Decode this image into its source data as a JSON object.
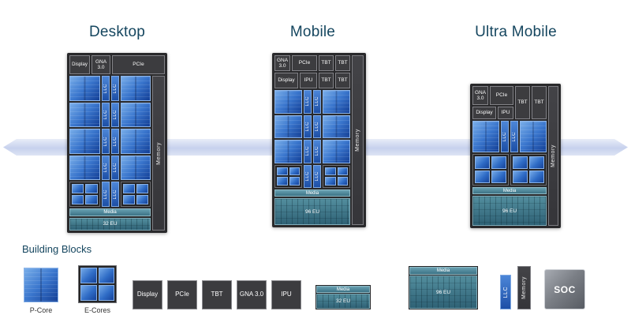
{
  "sections": {
    "desktop": {
      "title": "Desktop"
    },
    "mobile": {
      "title": "Mobile"
    },
    "ultra_mobile": {
      "title": "Ultra Mobile"
    }
  },
  "labels": {
    "display": "Display",
    "gna": "GNA 3.0",
    "pcie": "PCIe",
    "tbt": "TBT",
    "ipu": "IPU",
    "llc": "LLC",
    "memory": "Memory",
    "media": "Media",
    "eu32": "32 EU",
    "eu96": "96 EU",
    "soc": "SOC"
  },
  "legend": {
    "heading": "Building Blocks",
    "p_core_label": "P-Core",
    "e_cores_label": "E-Cores"
  },
  "colors": {
    "core_blue_light": "#78ade9",
    "core_blue_dark": "#133f96",
    "media_teal": "#3c7386",
    "die_background": "#29292b",
    "band_lavender": "#c7d1ed",
    "title_text": "#15465f"
  }
}
